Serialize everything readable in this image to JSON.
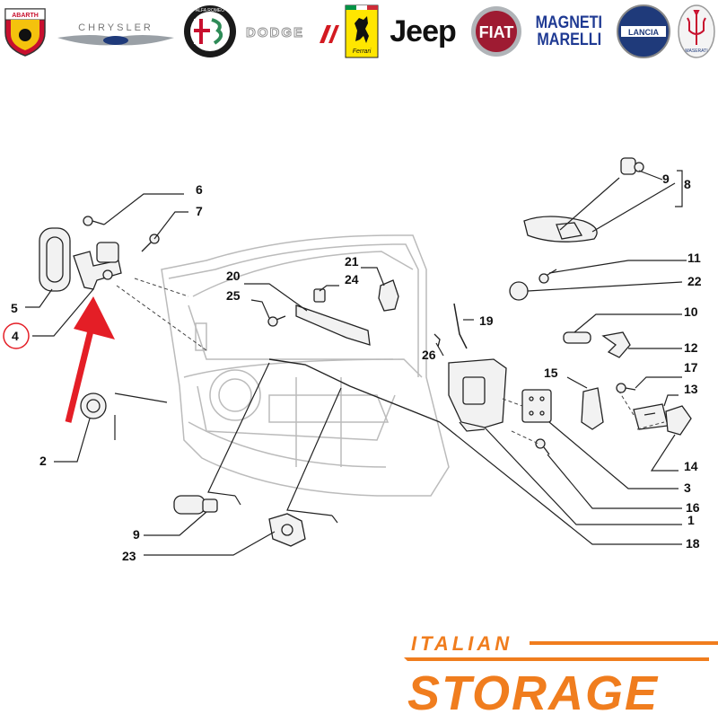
{
  "brands": {
    "abarth": "ABARTH",
    "chrysler": "CHRYSLER",
    "alfa_romeo": "ALFA ROMEO",
    "dodge": "DODGE",
    "ferrari": "Ferrari",
    "jeep": "Jeep",
    "fiat": "FIAT",
    "magneti_marelli_line1": "MAGNETI",
    "magneti_marelli_line2": "MARELLI",
    "lancia": "LANCIA",
    "maserati": "MASERATI"
  },
  "callouts": {
    "c1": "1",
    "c2": "2",
    "c3": "3",
    "c4": "4",
    "c5": "5",
    "c6": "6",
    "c7": "7",
    "c8": "8",
    "c9a": "9",
    "c9b": "9",
    "c10": "10",
    "c11": "11",
    "c12": "12",
    "c13": "13",
    "c14": "14",
    "c15": "15",
    "c16": "16",
    "c17": "17",
    "c18": "18",
    "c19": "19",
    "c20": "20",
    "c21": "21",
    "c22": "22",
    "c23": "23",
    "c24": "24",
    "c25": "25",
    "c26": "26"
  },
  "footer": {
    "line1": "ITALIAN",
    "line2": "STORAGE"
  },
  "colors": {
    "accent_orange": "#F07D1E",
    "arrow_red": "#E41E26",
    "highlight_circle": "#E41E26",
    "line_dark": "#222222",
    "drawing_gray": "#BBBBBB"
  },
  "highlighted_part": "4"
}
